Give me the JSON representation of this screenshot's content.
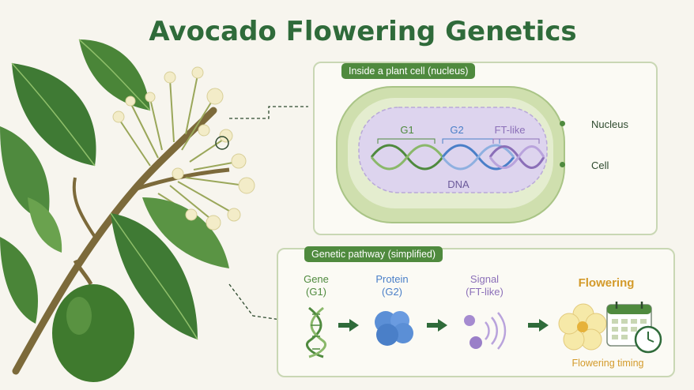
{
  "title": "Avocado Flowering Genetics",
  "cell_panel": {
    "tag": "Inside a plant cell (nucleus)",
    "gene_labels": [
      "G1",
      "G2",
      "FT-like"
    ],
    "dna_label": "DNA",
    "nucleus_label": "Nucleus",
    "cell_label": "Cell"
  },
  "pathway_panel": {
    "tag": "Genetic pathway (simplified)",
    "steps": [
      {
        "name": "Gene",
        "sub": "(G1)",
        "color": "#4f8a3e"
      },
      {
        "name": "Protein",
        "sub": "(G2)",
        "color": "#4a7fc8"
      },
      {
        "name": "Signal",
        "sub": "(FT-like)",
        "color": "#8b6fb8"
      }
    ],
    "outcome": {
      "name": "Flowering",
      "caption": "Flowering timing",
      "color": "#d39a2a"
    }
  },
  "colors": {
    "title": "#2f6b3a",
    "accent": "#4f8a3e",
    "panel_border": "#c9d7b4",
    "arrow": "#2f6b3a"
  }
}
